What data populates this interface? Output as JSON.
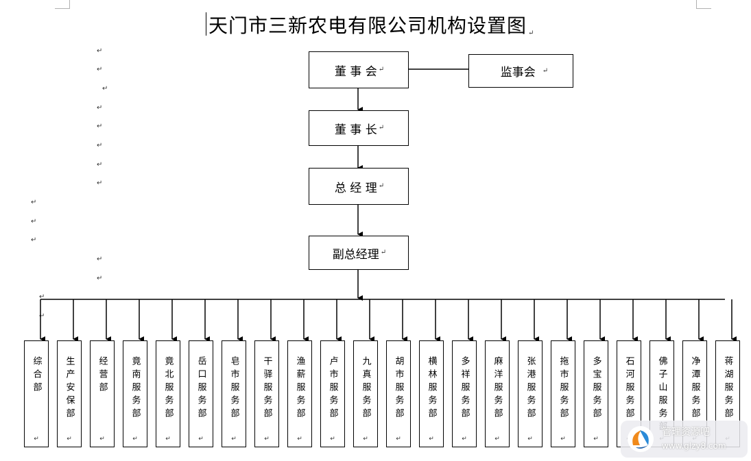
{
  "title": "天门市三新农电有限公司机构设置图",
  "paragraph_mark": "↵",
  "top_boxes": {
    "board": "董 事 会",
    "supervisory": "监事会",
    "chairman": "董 事 长",
    "gm": "总 经 理",
    "deputy_gm": "副总经理"
  },
  "departments": [
    "综合部",
    "生产安保部",
    "经营部",
    "竟南服务部",
    "竟北服务部",
    "岳口服务部",
    "皂市服务部",
    "干驿服务部",
    "渔薪服务部",
    "卢市服务部",
    "九真服务部",
    "胡市服务部",
    "横林服务部",
    "多祥服务部",
    "麻洋服务部",
    "张港服务部",
    "拖市服务部",
    "多宝服务部",
    "石河服务部",
    "佛子山服务部",
    "净潭服务部",
    "蒋湖服务部"
  ],
  "watermark": {
    "name": "管理资源吧",
    "url": "www.glzy8.com"
  }
}
